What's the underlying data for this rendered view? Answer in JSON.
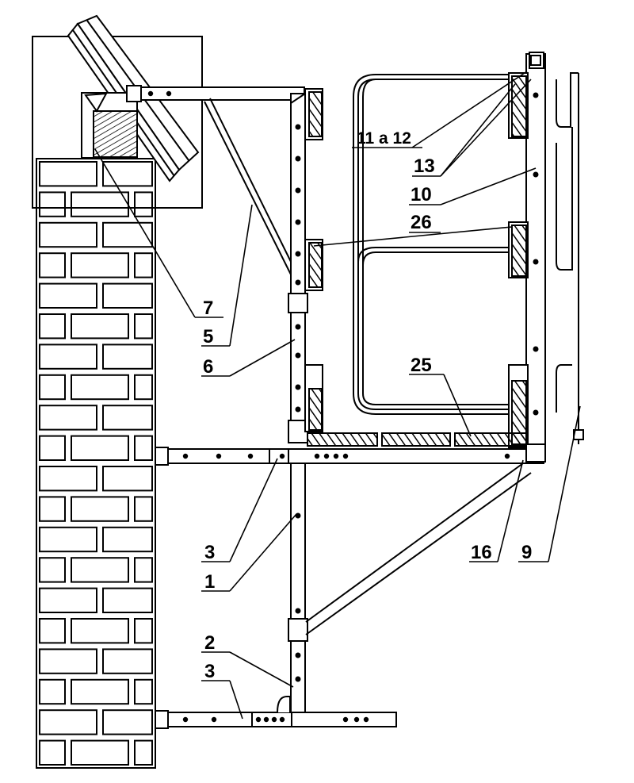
{
  "labels": {
    "l_11a12": "11 a 12",
    "l_13": "13",
    "l_10": "10",
    "l_26": "26",
    "l_7": "7",
    "l_5": "5",
    "l_6": "6",
    "l_25": "25",
    "l_3a": "3",
    "l_1": "1",
    "l_16": "16",
    "l_9": "9",
    "l_2": "2",
    "l_3b": "3"
  },
  "colors": {
    "ink": "#000000",
    "paper": "#ffffff"
  }
}
